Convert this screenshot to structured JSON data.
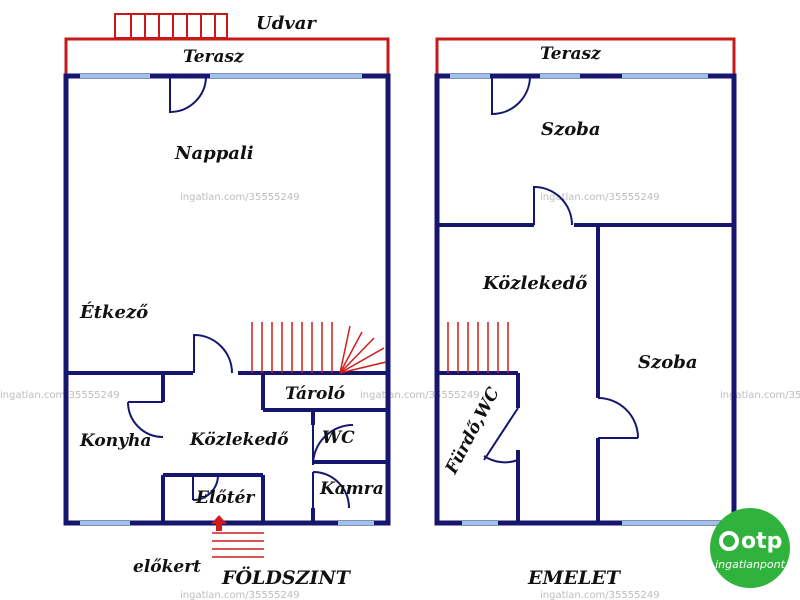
{
  "colors": {
    "wall": "#16166e",
    "terrace": "#c61a1a",
    "window": "#9dc3e6",
    "stairs": "#d11c1c",
    "logo": "#2fb33d",
    "watermark": "#bdbdbd"
  },
  "watermark_text": "ingatlan.com/35555249",
  "ground_floor": {
    "title": "FÖLDSZINT",
    "labels": {
      "udvar": "Udvar",
      "terasz": "Terasz",
      "nappali": "Nappali",
      "etkezo": "Étkező",
      "konyha": "Konyha",
      "kozlekedo": "Közlekedő",
      "tarolo": "Tároló",
      "wc": "WC",
      "kamra": "Kamra",
      "eloter": "Előtér",
      "elokert": "előkert"
    }
  },
  "upper_floor": {
    "title": "EMELET",
    "labels": {
      "terasz": "Terasz",
      "szoba_top": "Szoba",
      "kozlekedo": "Közlekedő",
      "szoba_right": "Szoba",
      "furdo_wc": "Fürdő,WC"
    }
  },
  "logo": {
    "brand": "otp",
    "tagline": "ingatlanpont",
    "icon": "otp-ring-icon"
  }
}
